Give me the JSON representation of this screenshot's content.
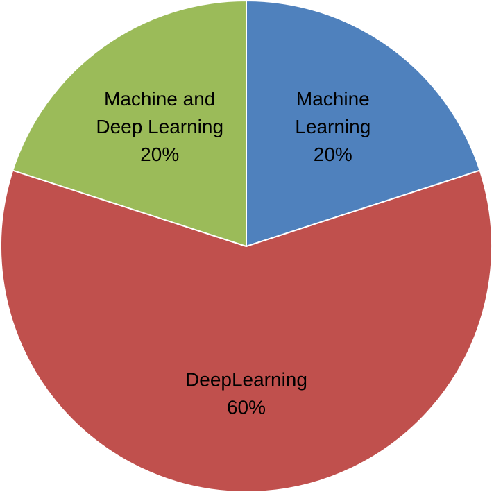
{
  "chart_data": {
    "type": "pie",
    "title": "",
    "start_angle_deg": 0,
    "direction": "clockwise",
    "slices": [
      {
        "name": "Machine Learning",
        "label_lines": [
          "Machine",
          "Learning",
          "20%"
        ],
        "value": 20,
        "percent_label": "20%",
        "color": "#4F81BD"
      },
      {
        "name": "DeepLearning",
        "label_lines": [
          "DeepLearning",
          "60%"
        ],
        "value": 60,
        "percent_label": "60%",
        "color": "#C0504D"
      },
      {
        "name": "Machine and Deep Learning",
        "label_lines": [
          "Machine and",
          "Deep Learning",
          "20%"
        ],
        "value": 20,
        "percent_label": "20%",
        "color": "#9BBB59"
      }
    ],
    "legend": "none",
    "data_labels": "inside"
  }
}
